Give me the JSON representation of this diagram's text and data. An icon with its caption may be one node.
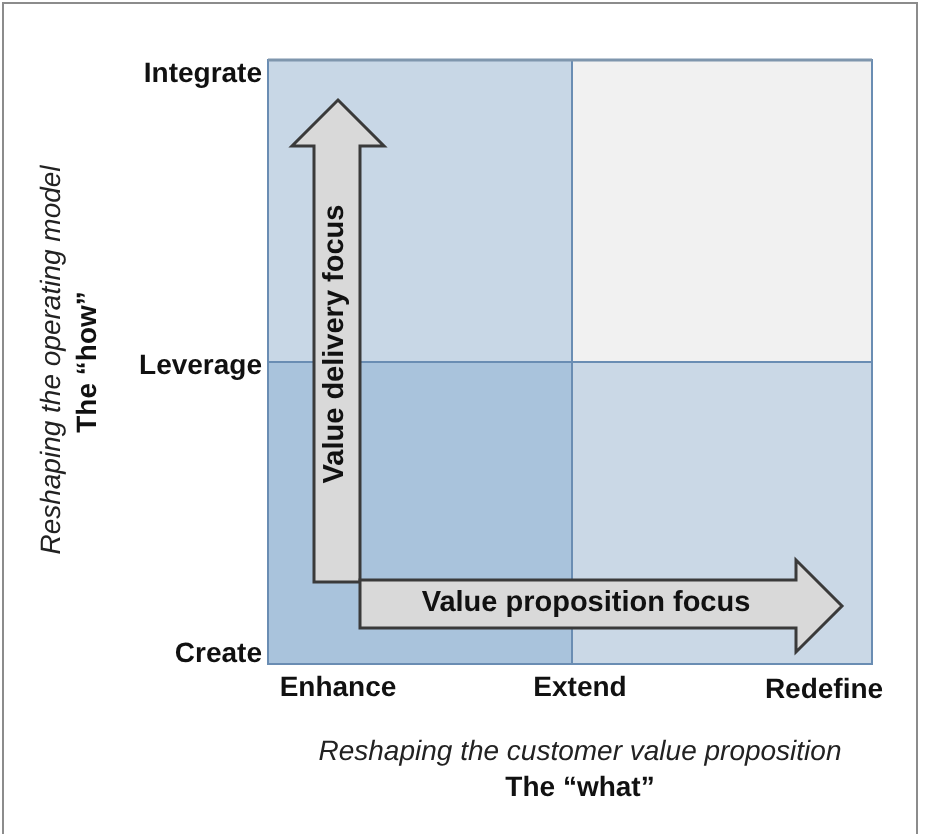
{
  "diagram": {
    "nodes": [
      {
        "text": [
          "Value delivery focus"
        ]
      },
      {
        "text": [
          "Value proposition focus"
        ]
      }
    ],
    "labels": [
      "Integrate",
      "Leverage",
      "Reshaping the operating model",
      "The “how”",
      "Create",
      "Enhance",
      "Extend",
      "Redefine",
      "Reshaping the customer value proposition",
      "The “what”"
    ]
  }
}
